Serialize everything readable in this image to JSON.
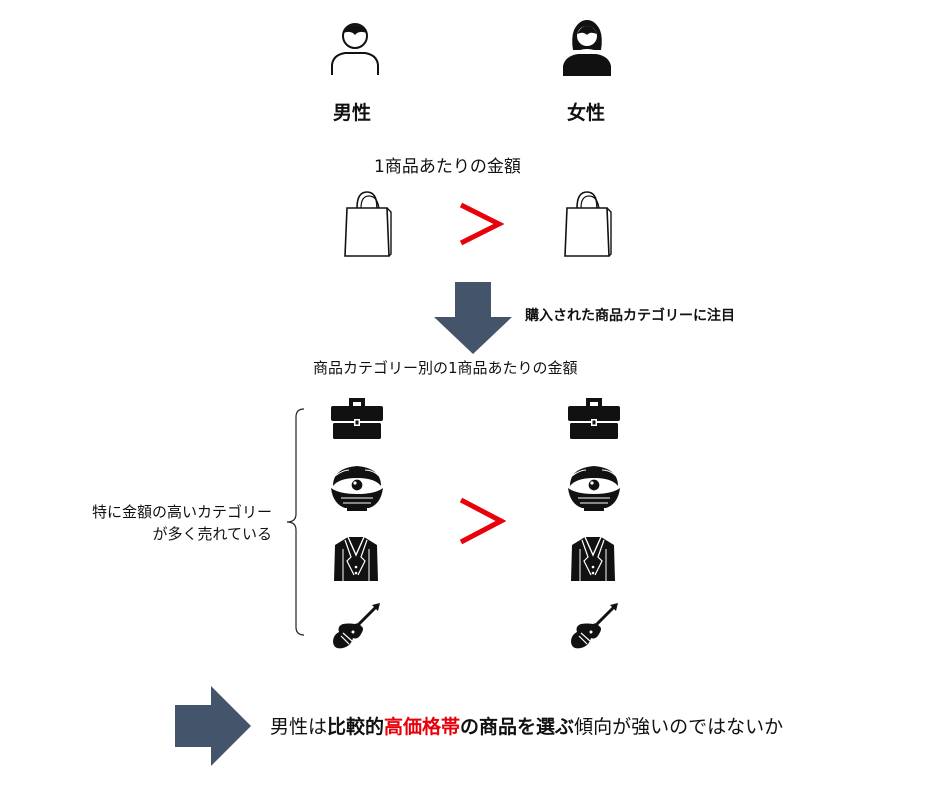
{
  "genders": {
    "male_label": "男性",
    "female_label": "女性",
    "male_icon": "male-person-outline-icon",
    "female_icon": "female-person-filled-icon"
  },
  "section1": {
    "title": "1商品あたりの金額",
    "bag_icon": "shopping-bag-icon"
  },
  "arrow_note": "購入された商品カテゴリーに注目",
  "section2": {
    "title": "商品カテゴリー別の1商品あたりの金額",
    "side_label_line1": "特に金額の高いカテゴリー",
    "side_label_line2": "が多く売れている",
    "categories": [
      "briefcase-icon",
      "oyster-pearl-icon",
      "suit-jacket-icon",
      "electric-guitar-icon"
    ]
  },
  "conclusion": {
    "part1": "男性は",
    "part2": "比較的",
    "part3": "高価格帯",
    "part4": "の商品を選ぶ",
    "part5": "傾向が強いのではないか"
  },
  "colors": {
    "greater_than": "#e8000b",
    "arrow": "#44546a",
    "highlight": "#e8000b"
  }
}
